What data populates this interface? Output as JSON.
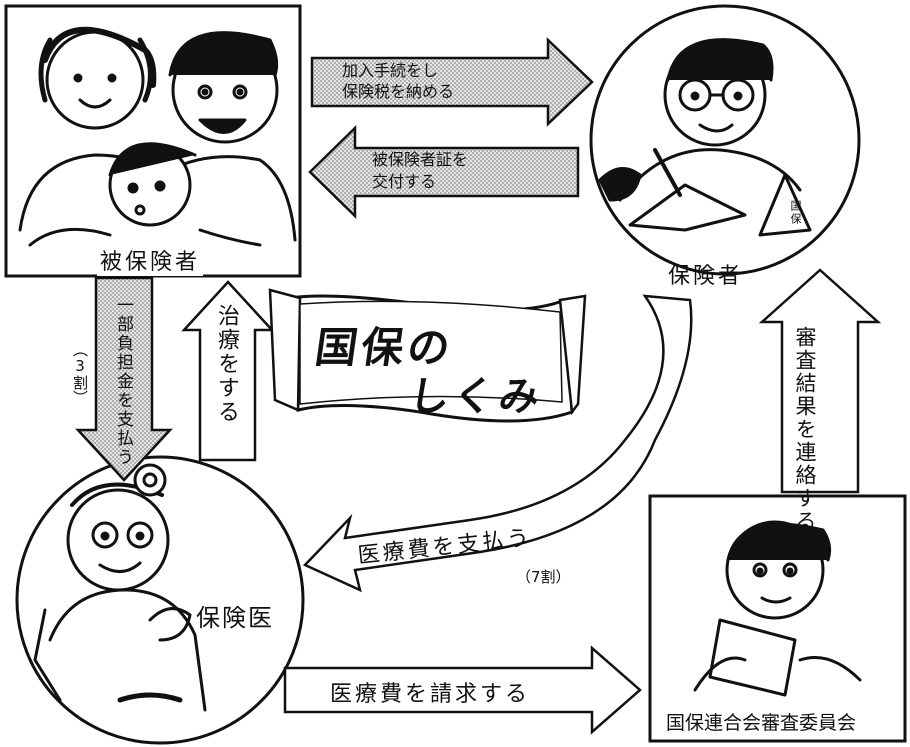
{
  "nodes": {
    "insured": {
      "label": "被保険者"
    },
    "insurer": {
      "label": "保険者",
      "badge": "国保"
    },
    "doctor": {
      "label": "保険医"
    },
    "committee": {
      "label": "国保連合会審査委員会"
    }
  },
  "title": {
    "line1": "国保の",
    "line2": "しくみ"
  },
  "edges": {
    "enroll_pay_tax": "加入手続をし\n保険税を納める",
    "issue_card": "被保険者証を\n交付する",
    "copay": "一部負担金を支払う",
    "copay_ratio": "（3割）",
    "treatment": "治療をする",
    "pay_medical_fee": "医療費を支払う",
    "pay_ratio": "（7割）",
    "claim_medical_fee": "医療費を請求する",
    "notify_result": "審査結果を連絡する"
  }
}
